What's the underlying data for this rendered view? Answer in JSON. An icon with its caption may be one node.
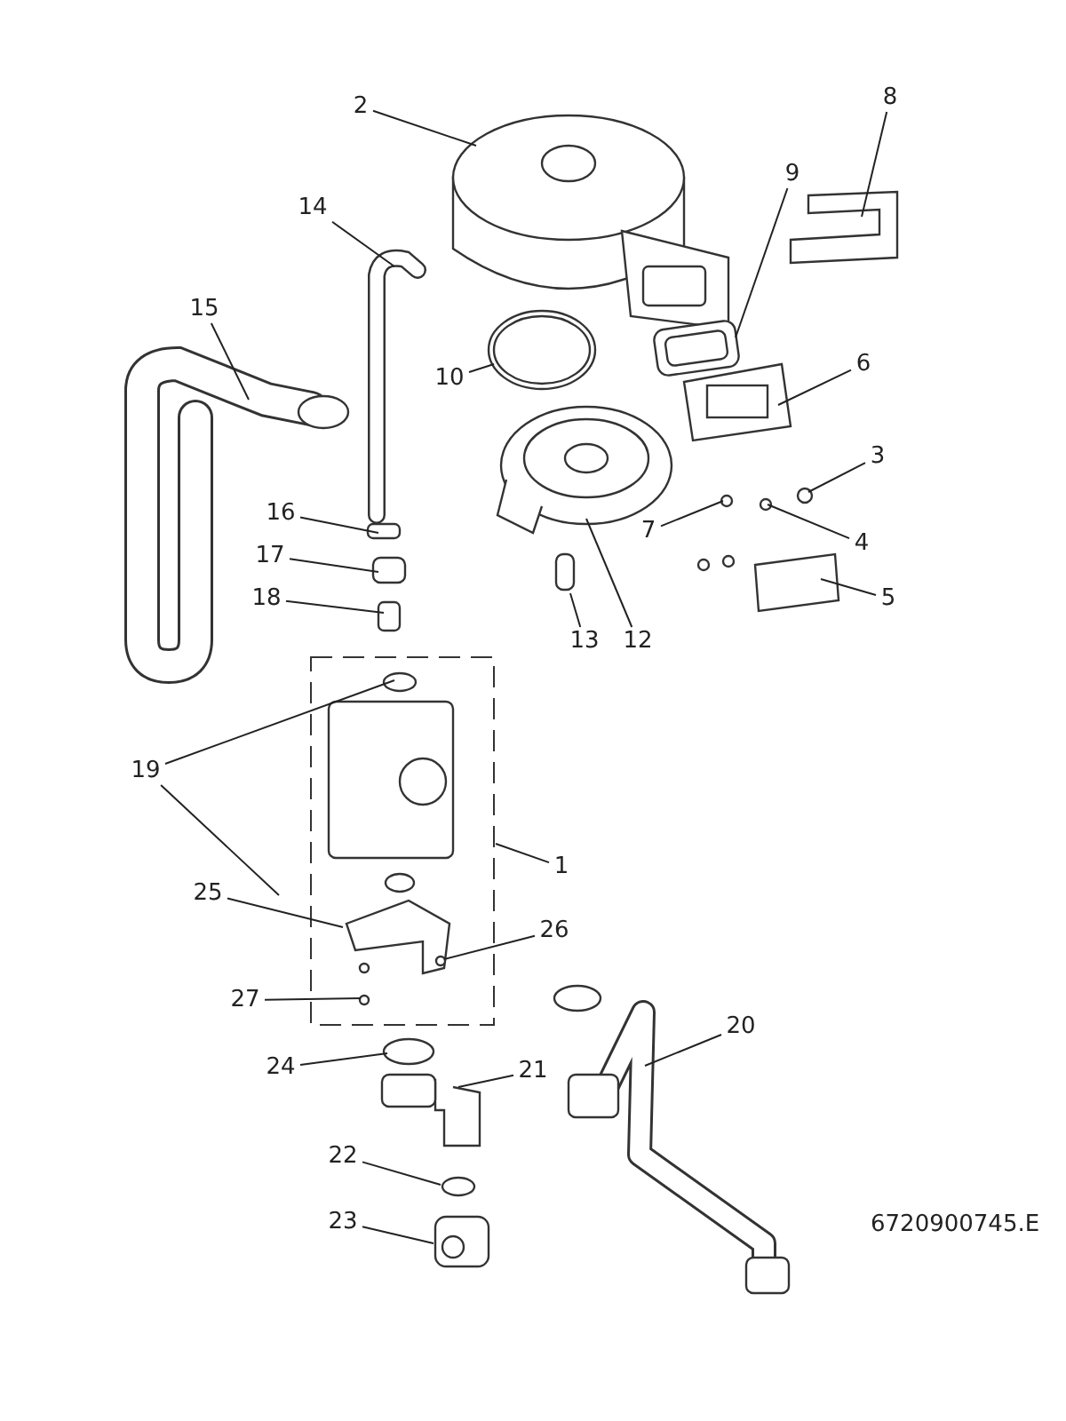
{
  "diagram": {
    "nodes": [
      {
        "text": [
          "2"
        ]
      },
      {
        "text": [
          "8"
        ]
      },
      {
        "text": [
          "9"
        ]
      },
      {
        "text": [
          "14"
        ]
      },
      {
        "text": [
          "15"
        ]
      },
      {
        "text": [
          "10"
        ]
      },
      {
        "text": [
          "6"
        ]
      },
      {
        "text": [
          "3"
        ]
      },
      {
        "text": [
          "7"
        ]
      },
      {
        "text": [
          "4"
        ]
      },
      {
        "text": [
          "5"
        ]
      },
      {
        "text": [
          "16"
        ]
      },
      {
        "text": [
          "17"
        ]
      },
      {
        "text": [
          "18"
        ]
      },
      {
        "text": [
          "13"
        ]
      },
      {
        "text": [
          "12"
        ]
      },
      {
        "text": [
          "19"
        ]
      },
      {
        "text": [
          "1"
        ]
      },
      {
        "text": [
          "25"
        ]
      },
      {
        "text": [
          "26"
        ]
      },
      {
        "text": [
          "27"
        ]
      },
      {
        "text": [
          "20"
        ]
      },
      {
        "text": [
          "24"
        ]
      },
      {
        "text": [
          "21"
        ]
      },
      {
        "text": [
          "22"
        ]
      },
      {
        "text": [
          "23"
        ]
      }
    ],
    "edges": [
      {
        "from": 0,
        "to": null,
        "arrow": "none"
      },
      {
        "from": 1,
        "to": null,
        "arrow": "none"
      },
      {
        "from": 2,
        "to": null,
        "arrow": "none"
      },
      {
        "from": 3,
        "to": null,
        "arrow": "none"
      },
      {
        "from": 4,
        "to": null,
        "arrow": "none"
      },
      {
        "from": 5,
        "to": null,
        "arrow": "none"
      },
      {
        "from": 6,
        "to": null,
        "arrow": "none"
      },
      {
        "from": 7,
        "to": null,
        "arrow": "none"
      },
      {
        "from": 8,
        "to": null,
        "arrow": "none"
      },
      {
        "from": 9,
        "to": null,
        "arrow": "none"
      },
      {
        "from": 10,
        "to": null,
        "arrow": "none"
      },
      {
        "from": 11,
        "to": null,
        "arrow": "none"
      },
      {
        "from": 12,
        "to": null,
        "arrow": "none"
      },
      {
        "from": 13,
        "to": null,
        "arrow": "none"
      },
      {
        "from": 14,
        "to": null,
        "arrow": "none"
      },
      {
        "from": 15,
        "to": null,
        "arrow": "none"
      },
      {
        "from": 16,
        "to": null,
        "arrow": "none"
      },
      {
        "from": 16,
        "to": null,
        "arrow": "none"
      },
      {
        "from": 17,
        "to": null,
        "arrow": "none"
      },
      {
        "from": 18,
        "to": null,
        "arrow": "none"
      },
      {
        "from": 19,
        "to": null,
        "arrow": "none"
      },
      {
        "from": 20,
        "to": null,
        "arrow": "none"
      },
      {
        "from": 21,
        "to": null,
        "arrow": "none"
      },
      {
        "from": 22,
        "to": null,
        "arrow": "none"
      },
      {
        "from": 23,
        "to": null,
        "arrow": "none"
      },
      {
        "from": 24,
        "to": null,
        "arrow": "none"
      },
      {
        "from": 25,
        "to": null,
        "arrow": "none"
      }
    ],
    "labels": [
      "6720900745.E"
    ]
  }
}
